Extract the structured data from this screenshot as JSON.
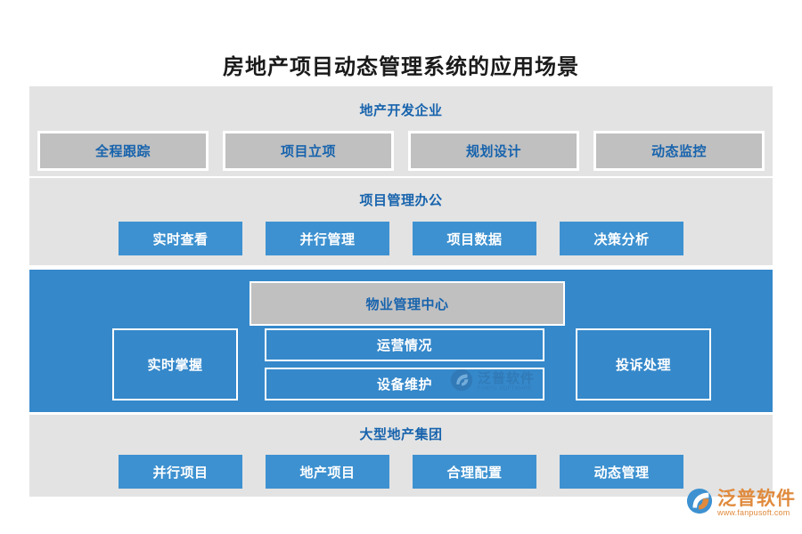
{
  "page": {
    "title": "房地产项目动态管理系统的应用场景"
  },
  "colors": {
    "band_light": "#e3e3e3",
    "band_blue": "#3588ca",
    "chip_blue": "#3d91d0",
    "chip_grey": "#c0c0c0",
    "title_text": "#1a1a1a",
    "heading_blue": "#1763ad",
    "heading_dark_blue": "#11467e",
    "logo_orange": "#e08a3c",
    "logo_blue": "#3d91d0"
  },
  "sections": [
    {
      "id": "real-estate-developer",
      "heading": "地产开发企业",
      "style": "light",
      "items": [
        {
          "label": "全程跟踪"
        },
        {
          "label": "项目立项"
        },
        {
          "label": "规划设计"
        },
        {
          "label": "动态监控"
        }
      ]
    },
    {
      "id": "project-management-office",
      "heading": "项目管理办公",
      "style": "light",
      "items": [
        {
          "label": "实时查看"
        },
        {
          "label": "并行管理"
        },
        {
          "label": "项目数据"
        },
        {
          "label": "决策分析"
        }
      ]
    },
    {
      "id": "property-management-center",
      "heading": "物业管理中心",
      "style": "blue",
      "items": [
        {
          "label": "实时掌握"
        },
        {
          "label": "运营情况"
        },
        {
          "label": "设备维护"
        },
        {
          "label": "投诉处理"
        }
      ]
    },
    {
      "id": "large-real-estate-group",
      "heading": "大型地产集团",
      "style": "light",
      "items": [
        {
          "label": "并行项目"
        },
        {
          "label": "地产项目"
        },
        {
          "label": "合理配置"
        },
        {
          "label": "动态管理"
        }
      ]
    }
  ],
  "watermark": {
    "brand_cn": "泛普软件",
    "brand_en": "FANPU SOFTWARE"
  },
  "logo": {
    "brand_cn": "泛普软件",
    "url": "www.fanpusoft.com"
  }
}
